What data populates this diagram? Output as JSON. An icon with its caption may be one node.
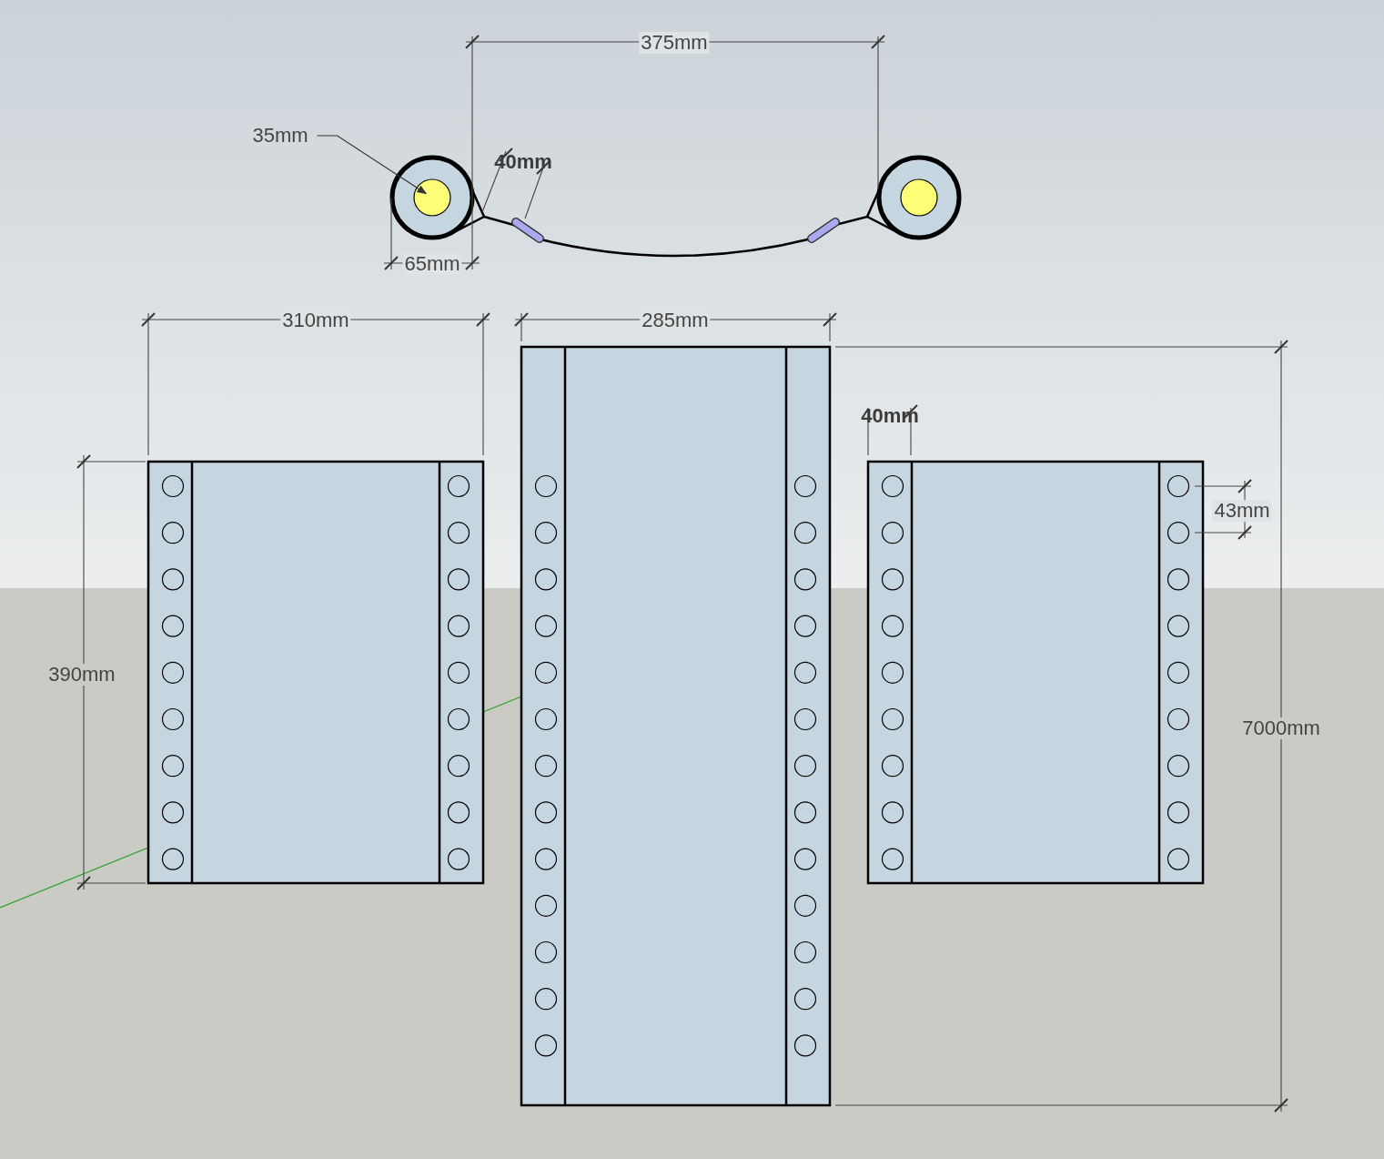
{
  "diagram": {
    "nodes": [
      {
        "text": [
          "35mm"
        ]
      },
      {
        "text": [],
        "shape": "circle"
      }
    ],
    "edges": [
      {
        "from": 0,
        "to": 1,
        "arrow": "to"
      }
    ],
    "labels": [
      "375mm",
      "40mm",
      "65mm",
      "310mm",
      "285mm",
      "40mm",
      "43mm",
      "390mm",
      "7000mm"
    ]
  }
}
